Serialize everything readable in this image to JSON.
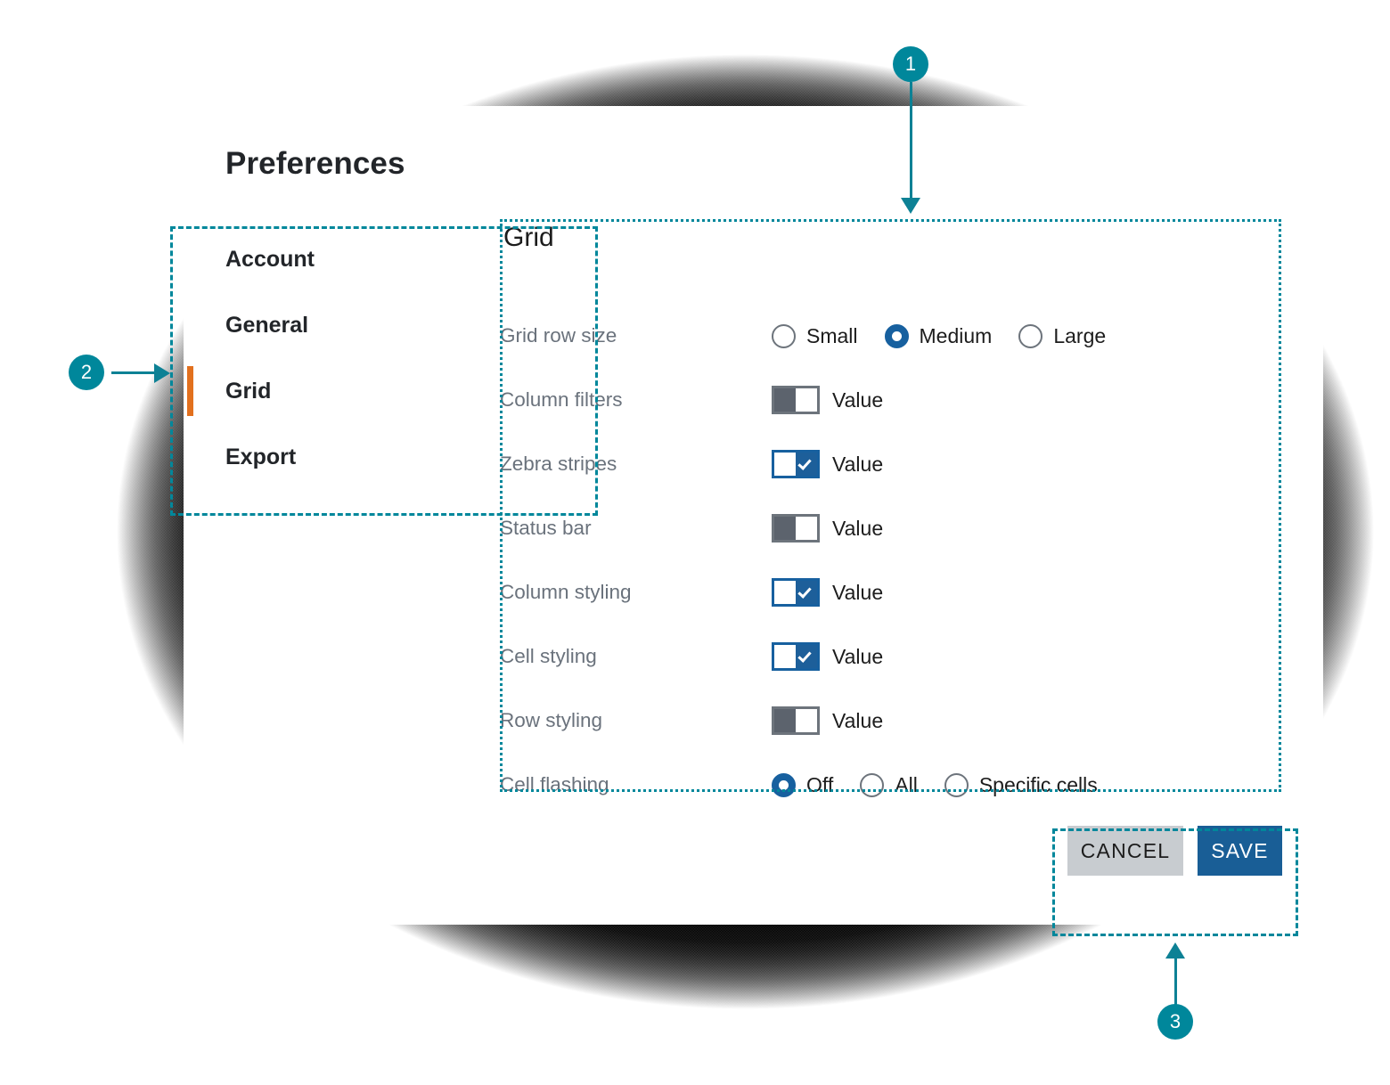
{
  "dialog": {
    "title": "Preferences"
  },
  "sidebar": {
    "items": [
      {
        "label": "Account",
        "active": false
      },
      {
        "label": "General",
        "active": false
      },
      {
        "label": "Grid",
        "active": true
      },
      {
        "label": "Export",
        "active": false
      }
    ]
  },
  "section": {
    "title": "Grid",
    "rows": [
      {
        "label": "Grid row size",
        "type": "radio",
        "options": [
          {
            "label": "Small",
            "selected": false
          },
          {
            "label": "Medium",
            "selected": true
          },
          {
            "label": "Large",
            "selected": false
          }
        ]
      },
      {
        "label": "Column filters",
        "type": "toggle",
        "value_label": "Value",
        "on": false
      },
      {
        "label": "Zebra stripes",
        "type": "toggle",
        "value_label": "Value",
        "on": true
      },
      {
        "label": "Status bar",
        "type": "toggle",
        "value_label": "Value",
        "on": false
      },
      {
        "label": "Column styling",
        "type": "toggle",
        "value_label": "Value",
        "on": true
      },
      {
        "label": "Cell styling",
        "type": "toggle",
        "value_label": "Value",
        "on": true
      },
      {
        "label": "Row styling",
        "type": "toggle",
        "value_label": "Value",
        "on": false
      },
      {
        "label": "Cell flashing",
        "type": "radio",
        "options": [
          {
            "label": "Off",
            "selected": true
          },
          {
            "label": "All",
            "selected": false
          },
          {
            "label": "Specific cells",
            "selected": false
          }
        ]
      }
    ]
  },
  "footer": {
    "cancel_label": "CANCEL",
    "save_label": "SAVE"
  },
  "annotations": {
    "markers": [
      {
        "number": "1",
        "target": "grid-settings-panel"
      },
      {
        "number": "2",
        "target": "sidebar-navigation"
      },
      {
        "number": "3",
        "target": "dialog-action-buttons"
      }
    ]
  },
  "colors": {
    "accent_orange": "#e2701e",
    "primary_blue": "#195e96",
    "annotation_teal": "#00879b",
    "label_gray": "#6a727c",
    "cancel_gray": "#c8ccd0"
  }
}
